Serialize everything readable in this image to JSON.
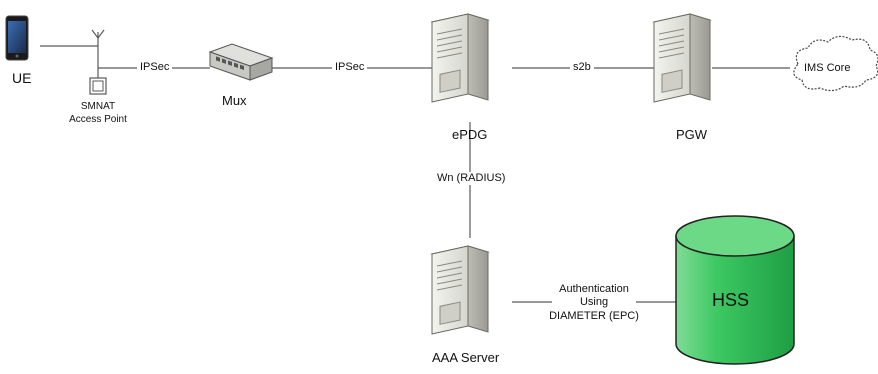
{
  "nodes": {
    "ue": "UE",
    "smnat_line1": "SMNAT",
    "smnat_line2": "Access Point",
    "mux": "Mux",
    "epdg": "ePDG",
    "pgw": "PGW",
    "ims": "IMS Core",
    "aaa": "AAA Server",
    "hss": "HSS"
  },
  "edges": {
    "ap_mux": "IPSec",
    "mux_epdg": "IPSec",
    "epdg_pgw": "s2b",
    "epdg_aaa": "Wn (RADIUS)",
    "aaa_hss_1": "Authentication",
    "aaa_hss_2": "Using",
    "aaa_hss_3": "DIAMETER (EPC)"
  },
  "icons": [
    "smartphone-icon",
    "antenna-icon",
    "access-point-icon",
    "mux-switch-icon",
    "server-icon",
    "cloud-icon",
    "database-cylinder-icon"
  ],
  "colors": {
    "hss_fill": "#2fbf57",
    "server_fill": "#e8e8e3",
    "line": "#5a5a5a"
  }
}
